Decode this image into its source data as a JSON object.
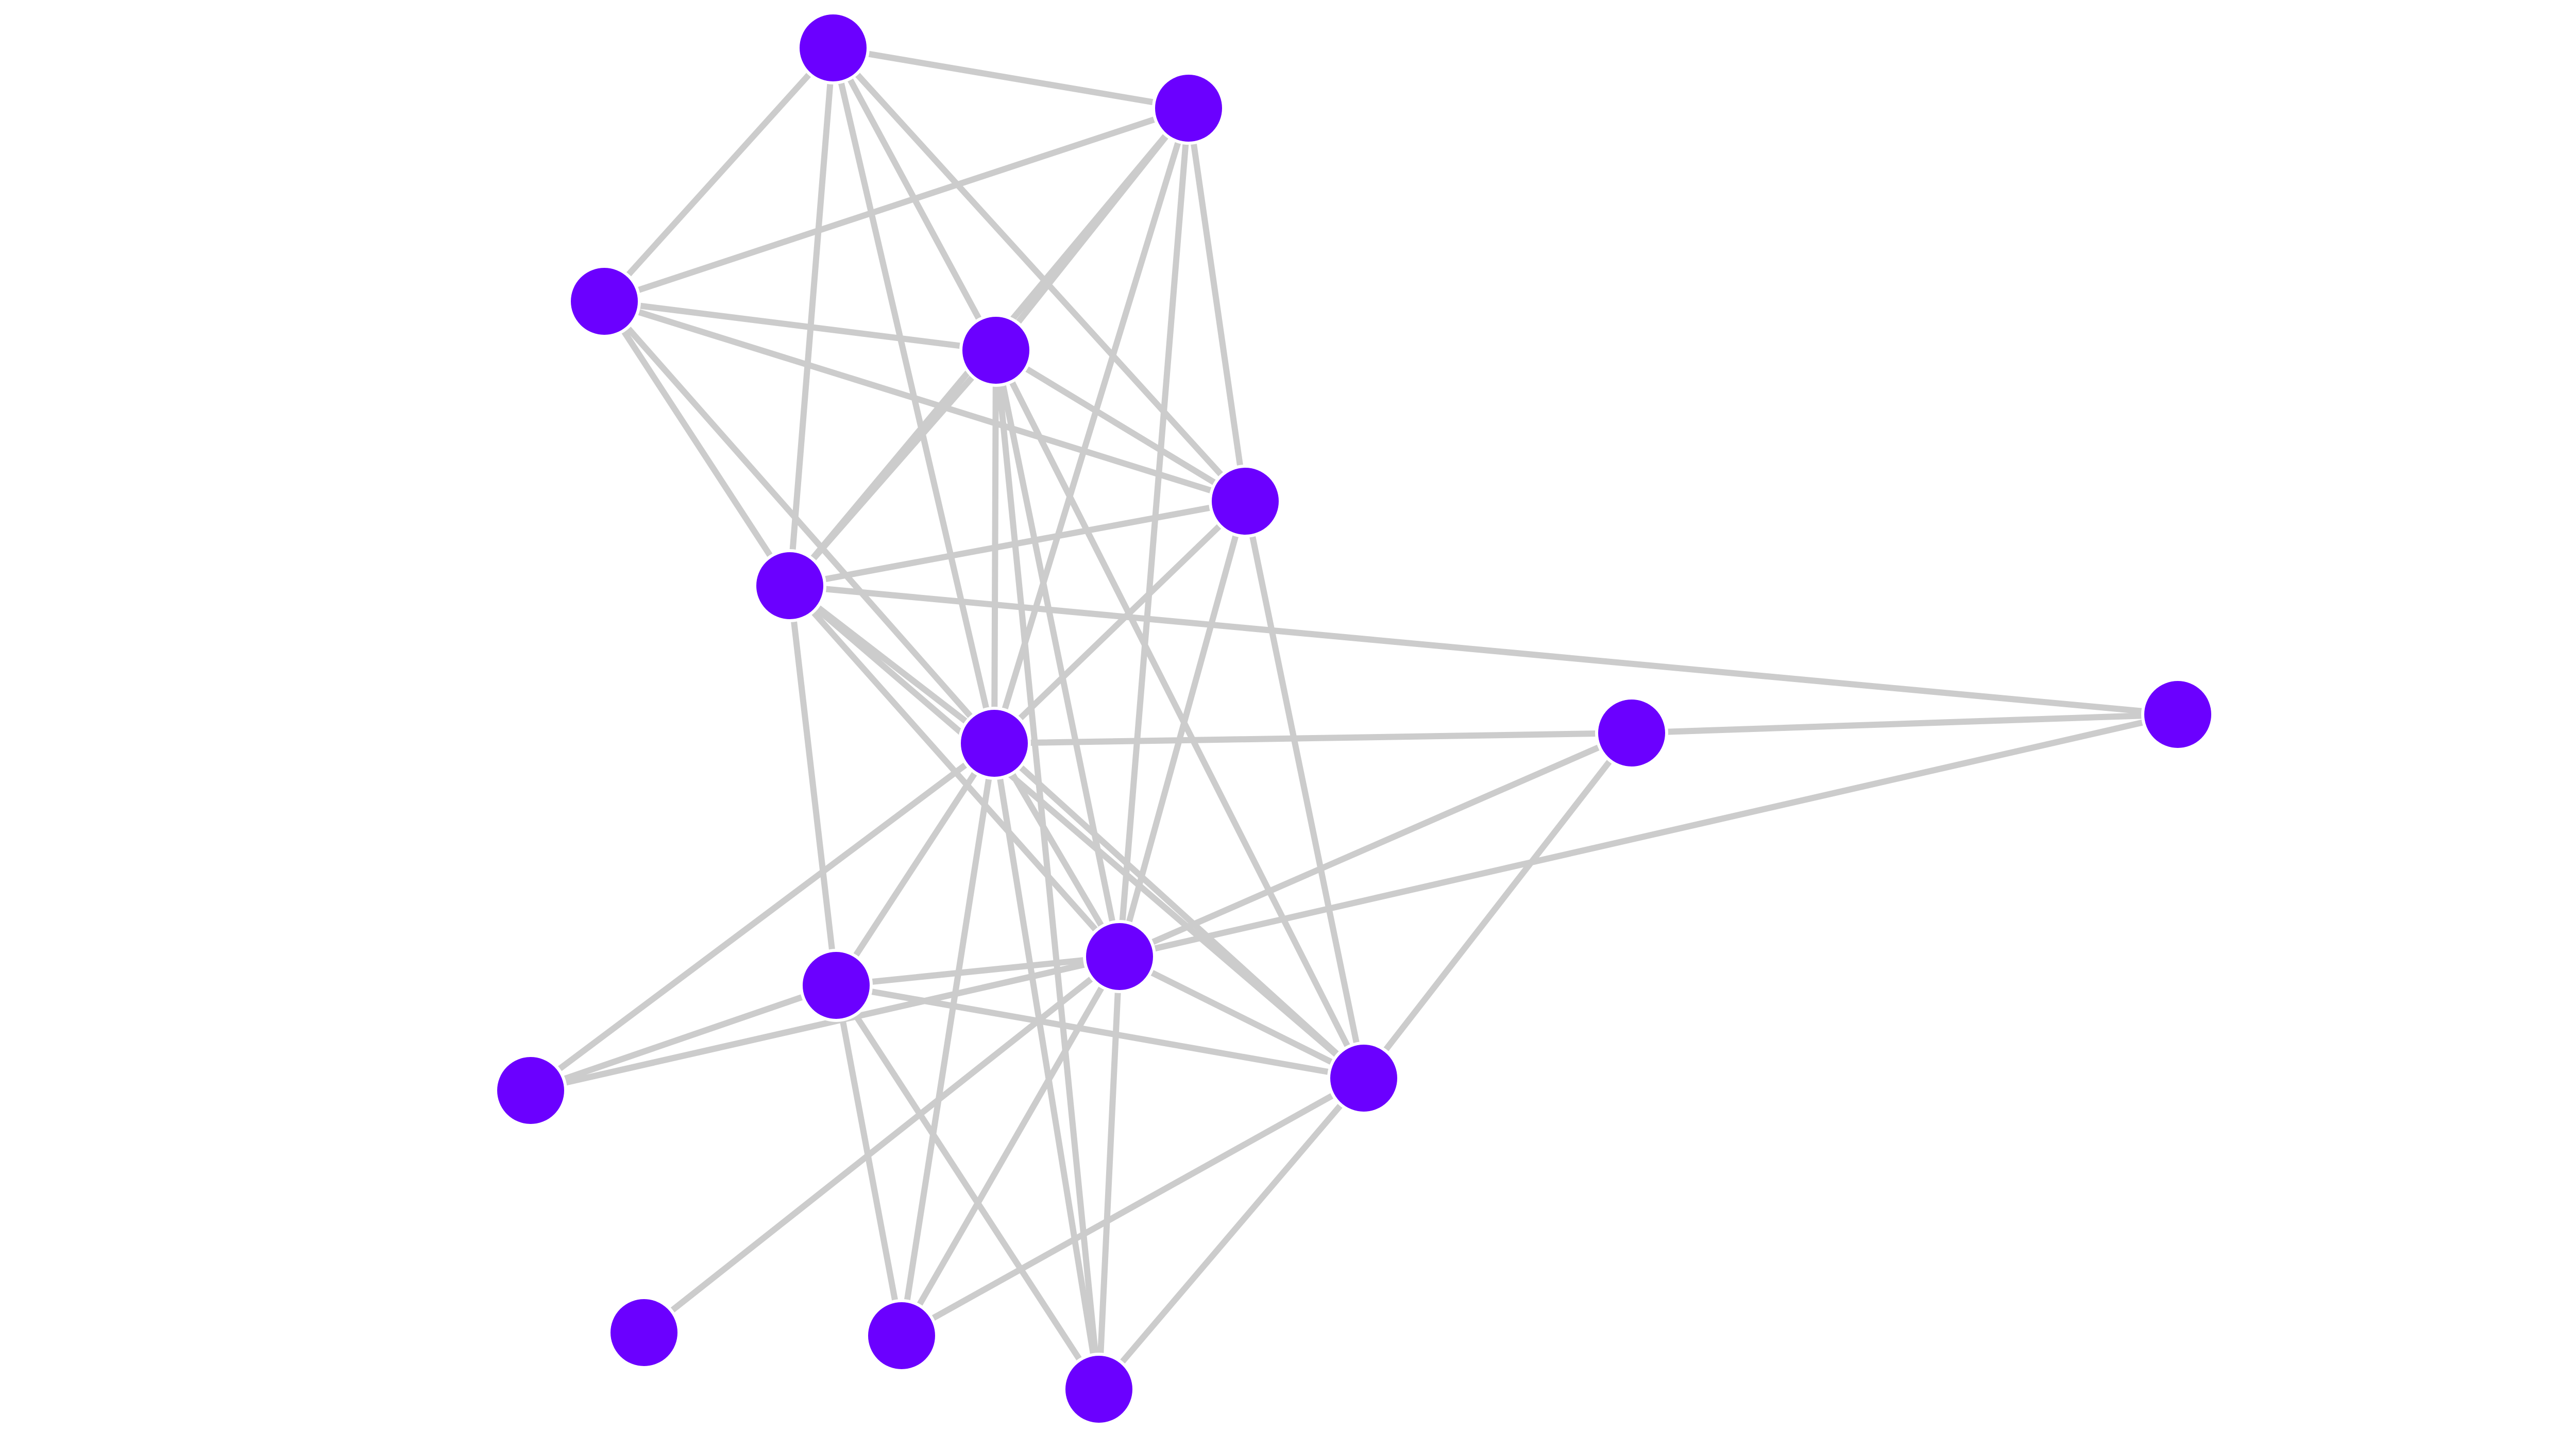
{
  "graph": {
    "type": "network",
    "directed": false,
    "node_color": "#6b00ff",
    "edge_color": "#cccccc",
    "background": "#ffffff",
    "node_count": 16,
    "nodes": [
      {
        "id": "n1"
      },
      {
        "id": "n2"
      },
      {
        "id": "n3"
      },
      {
        "id": "n4"
      },
      {
        "id": "n5"
      },
      {
        "id": "n6"
      },
      {
        "id": "n7"
      },
      {
        "id": "n8"
      },
      {
        "id": "n9"
      },
      {
        "id": "n10"
      },
      {
        "id": "n11"
      },
      {
        "id": "n12"
      },
      {
        "id": "n13"
      },
      {
        "id": "n14"
      },
      {
        "id": "n15"
      },
      {
        "id": "n16"
      }
    ],
    "edges": [
      [
        "n1",
        "n2"
      ],
      [
        "n1",
        "n3"
      ],
      [
        "n1",
        "n4"
      ],
      [
        "n1",
        "n5"
      ],
      [
        "n1",
        "n6"
      ],
      [
        "n1",
        "n7"
      ],
      [
        "n2",
        "n3"
      ],
      [
        "n2",
        "n4"
      ],
      [
        "n2",
        "n5"
      ],
      [
        "n2",
        "n6"
      ],
      [
        "n2",
        "n7"
      ],
      [
        "n2",
        "n10"
      ],
      [
        "n3",
        "n4"
      ],
      [
        "n3",
        "n5"
      ],
      [
        "n3",
        "n6"
      ],
      [
        "n3",
        "n7"
      ],
      [
        "n4",
        "n5"
      ],
      [
        "n4",
        "n6"
      ],
      [
        "n4",
        "n7"
      ],
      [
        "n4",
        "n10"
      ],
      [
        "n4",
        "n14"
      ],
      [
        "n4",
        "n11"
      ],
      [
        "n5",
        "n6"
      ],
      [
        "n5",
        "n7"
      ],
      [
        "n5",
        "n10"
      ],
      [
        "n5",
        "n11"
      ],
      [
        "n6",
        "n7"
      ],
      [
        "n6",
        "n9"
      ],
      [
        "n6",
        "n10"
      ],
      [
        "n6",
        "n11"
      ],
      [
        "n6",
        "n13"
      ],
      [
        "n7",
        "n8"
      ],
      [
        "n7",
        "n9"
      ],
      [
        "n7",
        "n10"
      ],
      [
        "n7",
        "n11"
      ],
      [
        "n7",
        "n12"
      ],
      [
        "n7",
        "n14"
      ],
      [
        "n7",
        "n16"
      ],
      [
        "n8",
        "n13"
      ],
      [
        "n8",
        "n10"
      ],
      [
        "n8",
        "n11"
      ],
      [
        "n9",
        "n10"
      ],
      [
        "n9",
        "n11"
      ],
      [
        "n9",
        "n12"
      ],
      [
        "n9",
        "n14"
      ],
      [
        "n9",
        "n16"
      ],
      [
        "n10",
        "n12"
      ],
      [
        "n10",
        "n11"
      ],
      [
        "n10",
        "n13"
      ],
      [
        "n10",
        "n14"
      ],
      [
        "n10",
        "n15"
      ],
      [
        "n10",
        "n16"
      ],
      [
        "n11",
        "n14"
      ],
      [
        "n11",
        "n16"
      ],
      [
        "n12",
        "n10"
      ]
    ]
  }
}
